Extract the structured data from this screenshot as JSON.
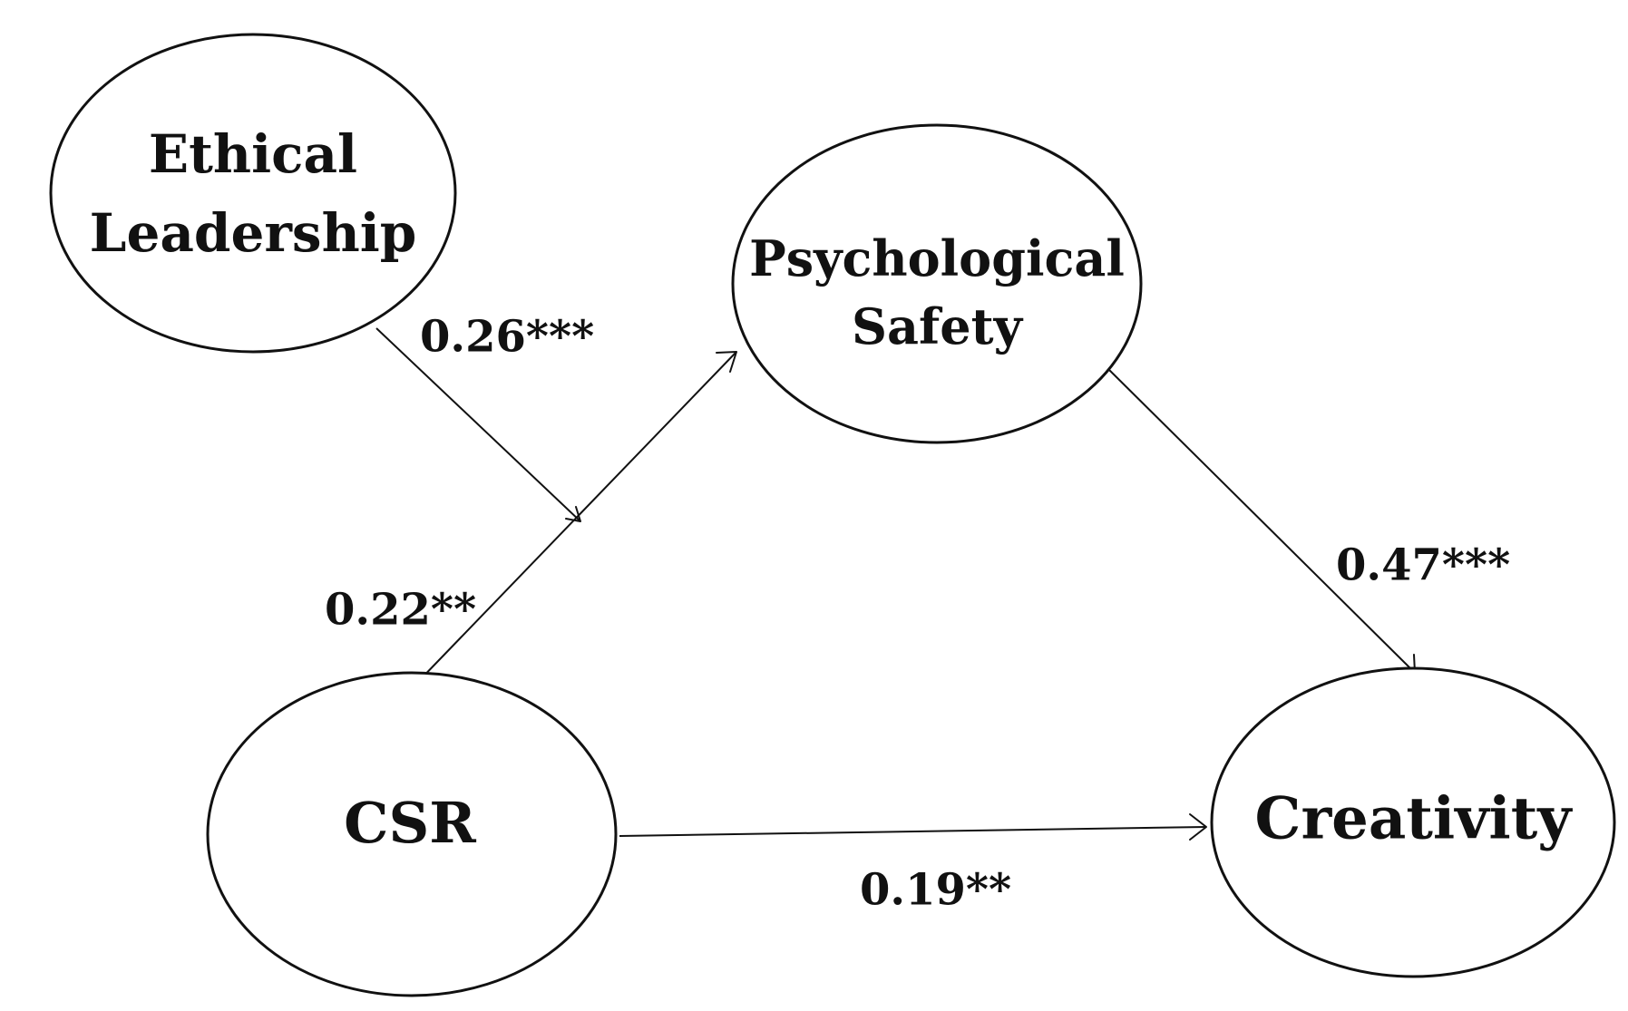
{
  "nodes": {
    "ethical_leadership": {
      "line1": "Ethical",
      "line2": "Leadership"
    },
    "psychological_safety": {
      "line1": "Psychological",
      "line2": "Safety"
    },
    "csr": {
      "label": "CSR"
    },
    "creativity": {
      "label": "Creativity"
    }
  },
  "edges": {
    "ethical_leadership_moderation": {
      "label": "0.26***"
    },
    "csr_to_psychological_safety": {
      "label": "0.22**"
    },
    "psychological_safety_to_creativity": {
      "label": "0.47***"
    },
    "csr_to_creativity": {
      "label": "0.19**"
    }
  }
}
